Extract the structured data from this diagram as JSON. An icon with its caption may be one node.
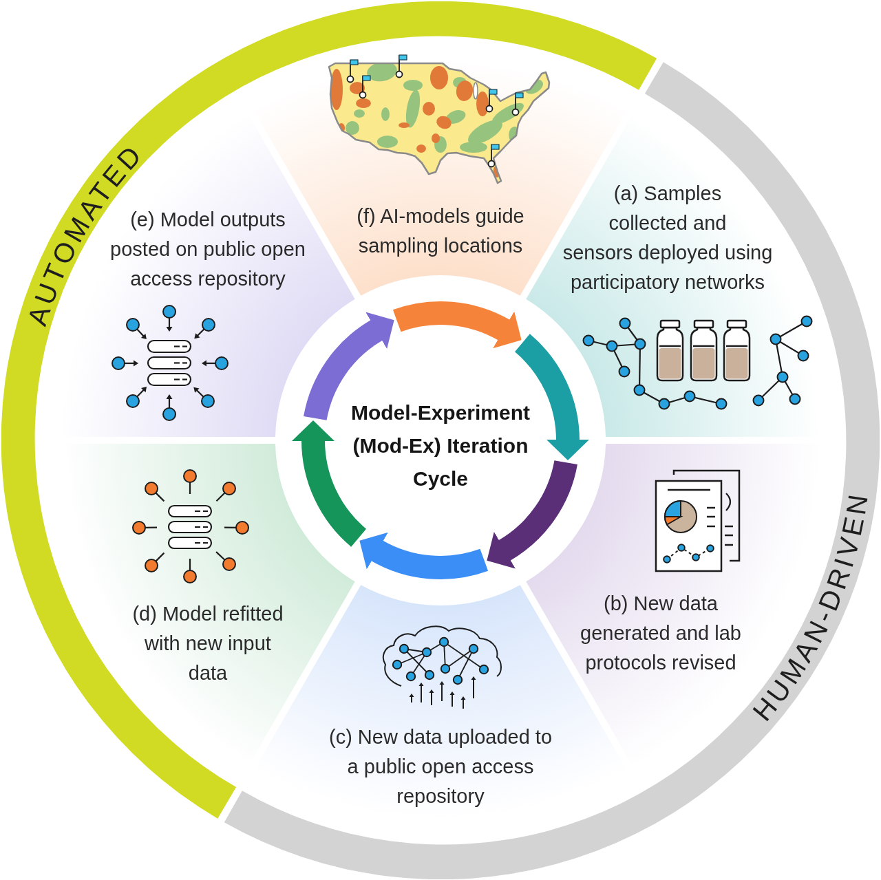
{
  "diagram": {
    "nodes": [
      {
        "text": [
          "AUTOMATED"
        ]
      },
      {
        "text": [
          "HUMAN-DRIVEN"
        ]
      },
      {
        "text": [
          "(f) AI-models guide sampling locations"
        ]
      },
      {
        "text": [
          "(a) Samples collected and sensors deployed using participatory networks"
        ]
      },
      {
        "text": [
          "(e) Model outputs posted on public open access repository"
        ]
      },
      {
        "text": [
          "Model-Experiment (Mod-Ex) Iteration Cycle"
        ]
      },
      {
        "text": [
          "(d) Model refitted with new input data"
        ]
      },
      {
        "text": [
          "(b) New data generated and lab protocols revised"
        ]
      },
      {
        "text": [
          "(c) New data uploaded to a public open access repository"
        ]
      }
    ]
  }
}
